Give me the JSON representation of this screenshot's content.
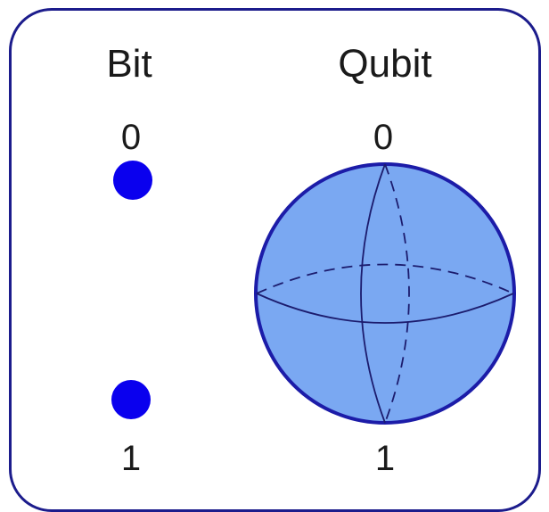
{
  "bit": {
    "title": "Bit",
    "state_top": "0",
    "state_bottom": "1"
  },
  "qubit": {
    "title": "Qubit",
    "state_top": "0",
    "state_bottom": "1"
  },
  "colors": {
    "border": "#1c1c8c",
    "bit_dot": "#0a00ee",
    "sphere_fill": "#7aa8f2",
    "sphere_outline": "#1c1ca8",
    "sphere_lines": "#1c1c6e",
    "text": "#1a1a1a"
  }
}
